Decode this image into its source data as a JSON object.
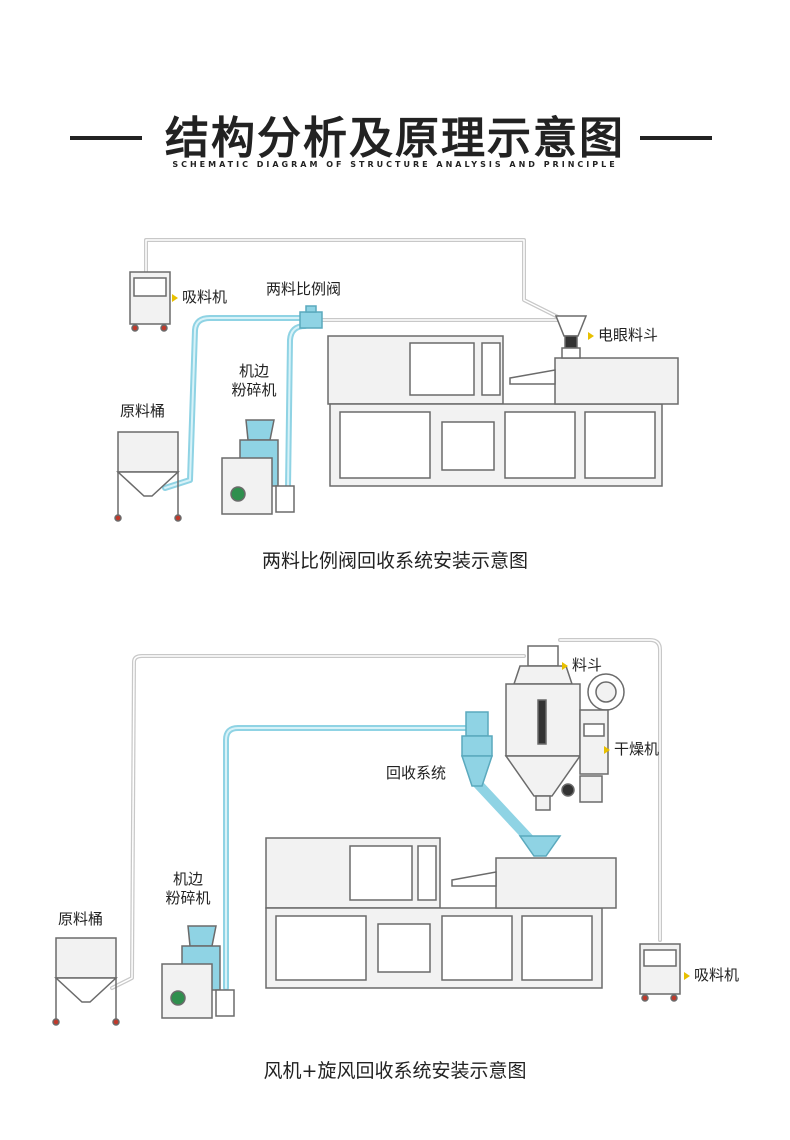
{
  "header": {
    "title": "结构分析及原理示意图",
    "subtitle": "SCHEMATIC DIAGRAM OF STRUCTURE ANALYSIS AND PRINCIPLE"
  },
  "diagram1": {
    "caption": "两料比例阀回收系统安装示意图",
    "labels": {
      "loader": "吸料机",
      "valve": "两料比例阀",
      "hopper": "电眼料斗",
      "crusher_line1": "机边",
      "crusher_line2": "粉碎机",
      "barrel": "原料桶"
    }
  },
  "diagram2": {
    "caption": "风机+旋风回收系统安装示意图",
    "labels": {
      "hopper": "料斗",
      "dryer": "干燥机",
      "cyclone": "回收系统",
      "crusher_line1": "机边",
      "crusher_line2": "粉碎机",
      "barrel": "原料桶",
      "loader": "吸料机"
    }
  },
  "colors": {
    "pipe_blue": "#8fd3e4",
    "pipe_gray": "#b8b8b8",
    "machine_fill": "#f2f2f2",
    "machine_stroke": "#6b6b6b",
    "accent_yellow": "#e8c000"
  }
}
